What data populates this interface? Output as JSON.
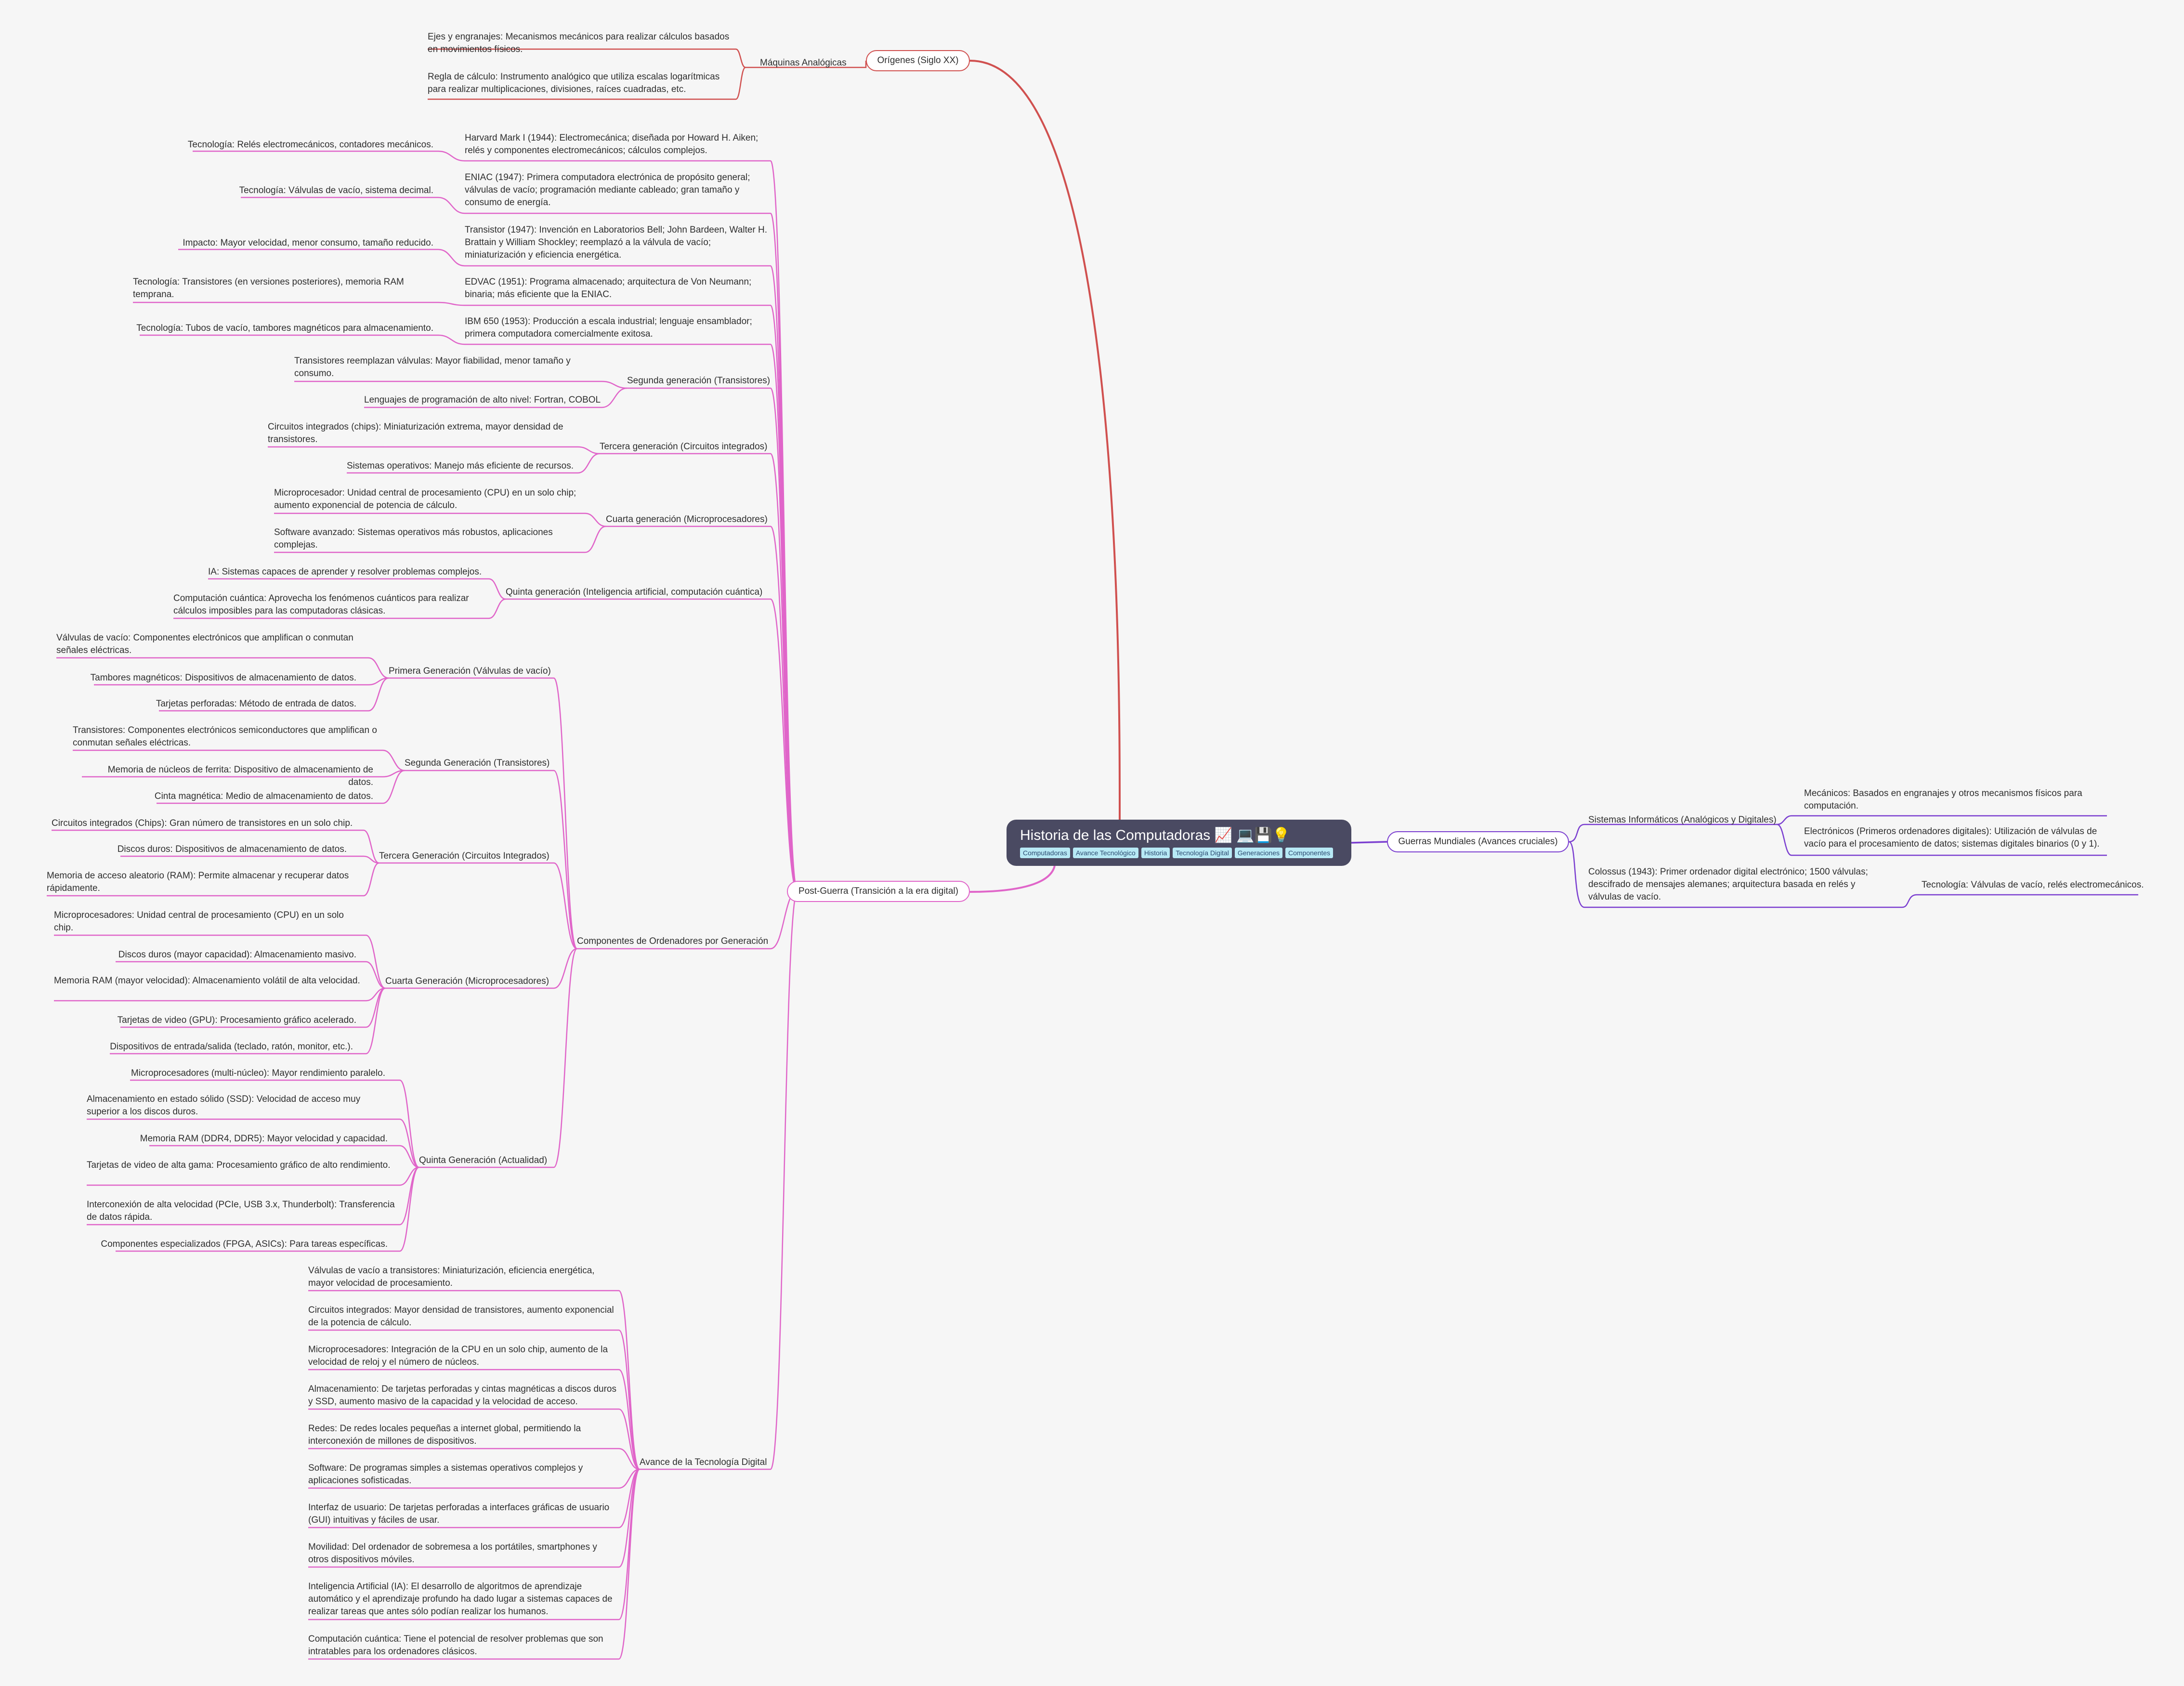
{
  "root": {
    "title": "Historia de las Computadoras 📈 💻💾💡",
    "tags": [
      "Computadoras",
      "Avance Tecnológico",
      "Historia",
      "Tecnología Digital",
      "Generaciones",
      "Componentes"
    ]
  },
  "colors": {
    "red": "#d0504f",
    "pink": "#e065c9",
    "purple": "#7b3fd0",
    "root_bg": "#4a4a62",
    "tag_bg": "#b7e9f5"
  },
  "origenes": {
    "label": "Orígenes (Siglo XX)",
    "maquinas": "Máquinas Analógicas",
    "ejes": "Ejes y engranajes: Mecanismos mecánicos para realizar cálculos basados en movimientos físicos.",
    "regla": "Regla de cálculo: Instrumento analógico que utiliza escalas logarítmicas para realizar multiplicaciones, divisiones, raíces cuadradas, etc."
  },
  "guerras": {
    "label": "Guerras Mundiales (Avances cruciales)",
    "sistemas": "Sistemas Informáticos (Analógicos y Digitales)",
    "mecanicos": "Mecánicos: Basados en engranajes y otros mecanismos físicos para computación.",
    "electronicos": "Electrónicos (Primeros ordenadores digitales): Utilización de válvulas de vacío para el procesamiento de datos; sistemas digitales binarios (0 y 1).",
    "colossus": "Colossus (1943): Primer ordenador digital electrónico; 1500 válvulas; descifrado de mensajes alemanes; arquitectura basada en relés y válvulas de vacío.",
    "colossus_tec": "Tecnología: Válvulas de vacío, relés electromecánicos."
  },
  "post": {
    "label": "Post-Guerra (Transición a la era digital)",
    "harvard": "Harvard Mark I (1944): Electromecánica; diseñada por Howard H. Aiken; relés y componentes electromecánicos; cálculos complejos.",
    "harvard_tec": "Tecnología: Relés electromecánicos, contadores mecánicos.",
    "eniac": "ENIAC (1947): Primera computadora electrónica de propósito general; válvulas de vacío; programación mediante cableado; gran tamaño y consumo de energía.",
    "eniac_tec": "Tecnología: Válvulas de vacío, sistema decimal.",
    "transistor": "Transistor (1947): Invención en Laboratorios Bell; John Bardeen, Walter H. Brattain y William Shockley; reemplazó a la válvula de vacío; miniaturización y eficiencia energética.",
    "transistor_imp": "Impacto: Mayor velocidad, menor consumo, tamaño reducido.",
    "edvac": "EDVAC (1951): Programa almacenado; arquitectura de Von Neumann; binaria; más eficiente que la ENIAC.",
    "edvac_tec": "Tecnología: Transistores (en versiones posteriores), memoria RAM temprana.",
    "ibm": "IBM 650 (1953): Producción a escala industrial; lenguaje ensamblador; primera computadora comercialmente exitosa.",
    "ibm_tec": "Tecnología: Tubos de vacío, tambores magnéticos para almacenamiento.",
    "seg": "Segunda generación (Transistores)",
    "seg_1": "Transistores reemplazan válvulas: Mayor fiabilidad, menor tamaño y consumo.",
    "seg_2": "Lenguajes de programación de alto nivel: Fortran, COBOL",
    "ter": "Tercera generación (Circuitos integrados)",
    "ter_1": "Circuitos integrados (chips): Miniaturización extrema, mayor densidad de transistores.",
    "ter_2": "Sistemas operativos: Manejo más eficiente de recursos.",
    "cua": "Cuarta generación (Microprocesadores)",
    "cua_1": "Microprocesador: Unidad central de procesamiento (CPU) en un solo chip; aumento exponencial de potencia de cálculo.",
    "cua_2": "Software avanzado: Sistemas operativos más robustos, aplicaciones complejas.",
    "qui": "Quinta generación (Inteligencia artificial, computación cuántica)",
    "qui_1": "IA: Sistemas capaces de aprender y resolver problemas complejos.",
    "qui_2": "Computación cuántica: Aprovecha los fenómenos cuánticos para realizar cálculos imposibles para las computadoras clásicas."
  },
  "componentes": {
    "label": "Componentes de Ordenadores por Generación",
    "g1": "Primera Generación (Válvulas de vacío)",
    "g1_1": "Válvulas de vacío: Componentes electrónicos que amplifican o conmutan señales eléctricas.",
    "g1_2": "Tambores magnéticos: Dispositivos de almacenamiento de datos.",
    "g1_3": "Tarjetas perforadas: Método de entrada de datos.",
    "g2": "Segunda Generación (Transistores)",
    "g2_1": "Transistores: Componentes electrónicos semiconductores que amplifican o conmutan señales eléctricas.",
    "g2_2": "Memoria de núcleos de ferrita: Dispositivo de almacenamiento de datos.",
    "g2_3": "Cinta magnética: Medio de almacenamiento de datos.",
    "g3": "Tercera Generación (Circuitos Integrados)",
    "g3_1": "Circuitos integrados (Chips): Gran número de transistores en un solo chip.",
    "g3_2": "Discos duros: Dispositivos de almacenamiento de datos.",
    "g3_3": "Memoria de acceso aleatorio (RAM): Permite almacenar y recuperar datos rápidamente.",
    "g4": "Cuarta Generación (Microprocesadores)",
    "g4_1": "Microprocesadores: Unidad central de procesamiento (CPU) en un solo chip.",
    "g4_2": "Discos duros (mayor capacidad):  Almacenamiento masivo.",
    "g4_3": "Memoria RAM (mayor velocidad):  Almacenamiento volátil de alta velocidad.",
    "g4_4": "Tarjetas de video (GPU): Procesamiento gráfico acelerado.",
    "g4_5": "Dispositivos de entrada/salida (teclado, ratón, monitor, etc.).",
    "g5": "Quinta Generación (Actualidad)",
    "g5_1": "Microprocesadores (multi-núcleo): Mayor rendimiento paralelo.",
    "g5_2": "Almacenamiento en estado sólido (SSD): Velocidad de acceso muy superior a los discos duros.",
    "g5_3": "Memoria RAM (DDR4, DDR5): Mayor velocidad y capacidad.",
    "g5_4": "Tarjetas de video de alta gama: Procesamiento gráfico de alto rendimiento.",
    "g5_5": "Interconexión de alta velocidad (PCIe, USB 3.x, Thunderbolt): Transferencia de datos rápida.",
    "g5_6": "Componentes especializados (FPGA, ASICs): Para tareas específicas."
  },
  "avance": {
    "label": "Avance de la Tecnología Digital",
    "a1": "Válvulas de vacío a transistores: Miniaturización, eficiencia energética, mayor velocidad de procesamiento.",
    "a2": "Circuitos integrados: Mayor densidad de transistores, aumento exponencial de la potencia de cálculo.",
    "a3": "Microprocesadores: Integración de la CPU en un solo chip, aumento de la velocidad de reloj y el número de núcleos.",
    "a4": "Almacenamiento: De tarjetas perforadas y cintas magnéticas a discos duros y SSD, aumento masivo de la capacidad y la velocidad de acceso.",
    "a5": "Redes: De redes locales pequeñas a internet global, permitiendo la interconexión de millones de dispositivos.",
    "a6": "Software: De programas simples a sistemas operativos complejos y aplicaciones sofisticadas.",
    "a7": "Interfaz de usuario: De tarjetas perforadas a interfaces gráficas de usuario (GUI) intuitivas y fáciles de usar.",
    "a8": "Movilidad: Del ordenador de sobremesa a los portátiles, smartphones y otros dispositivos móviles.",
    "a9": "Inteligencia Artificial (IA): El desarrollo de algoritmos de aprendizaje automático y el aprendizaje profundo ha dado lugar a sistemas capaces de realizar tareas que antes sólo podían realizar los humanos.",
    "a10": "Computación cuántica:  Tiene el potencial de resolver problemas que son intratables para los ordenadores clásicos."
  }
}
